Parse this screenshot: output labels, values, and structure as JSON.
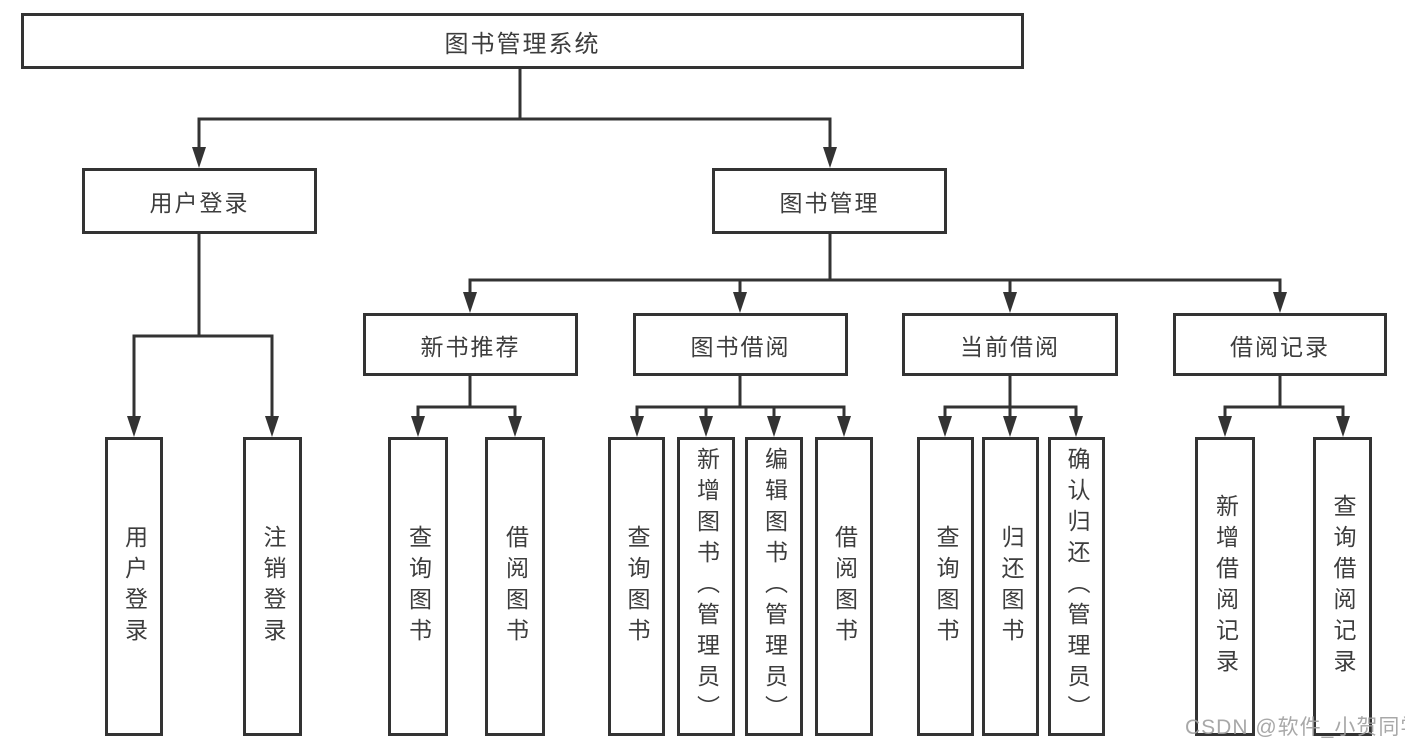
{
  "tree": {
    "root": {
      "label": "图书管理系统",
      "children": [
        {
          "label": "用户登录",
          "children": [
            {
              "label": "用户登录"
            },
            {
              "label": "注销登录"
            }
          ]
        },
        {
          "label": "图书管理",
          "children": [
            {
              "label": "新书推荐",
              "children": [
                {
                  "label": "查询图书"
                },
                {
                  "label": "借阅图书"
                }
              ]
            },
            {
              "label": "图书借阅",
              "children": [
                {
                  "label": "查询图书"
                },
                {
                  "label": "新增图书（管理员）"
                },
                {
                  "label": "编辑图书（管理员）"
                },
                {
                  "label": "借阅图书"
                }
              ]
            },
            {
              "label": "当前借阅",
              "children": [
                {
                  "label": "查询图书"
                },
                {
                  "label": "归还图书"
                },
                {
                  "label": "确认归还（管理员）"
                }
              ]
            },
            {
              "label": "借阅记录",
              "children": [
                {
                  "label": "新增借阅记录"
                },
                {
                  "label": "查询借阅记录"
                }
              ]
            }
          ]
        }
      ]
    }
  },
  "watermark": {
    "text": "CSDN @软件_小贺同学"
  },
  "colors": {
    "line": "#333333",
    "text": "#3d3d3d",
    "background": "#ffffff",
    "watermark": "#9e9e9e"
  }
}
